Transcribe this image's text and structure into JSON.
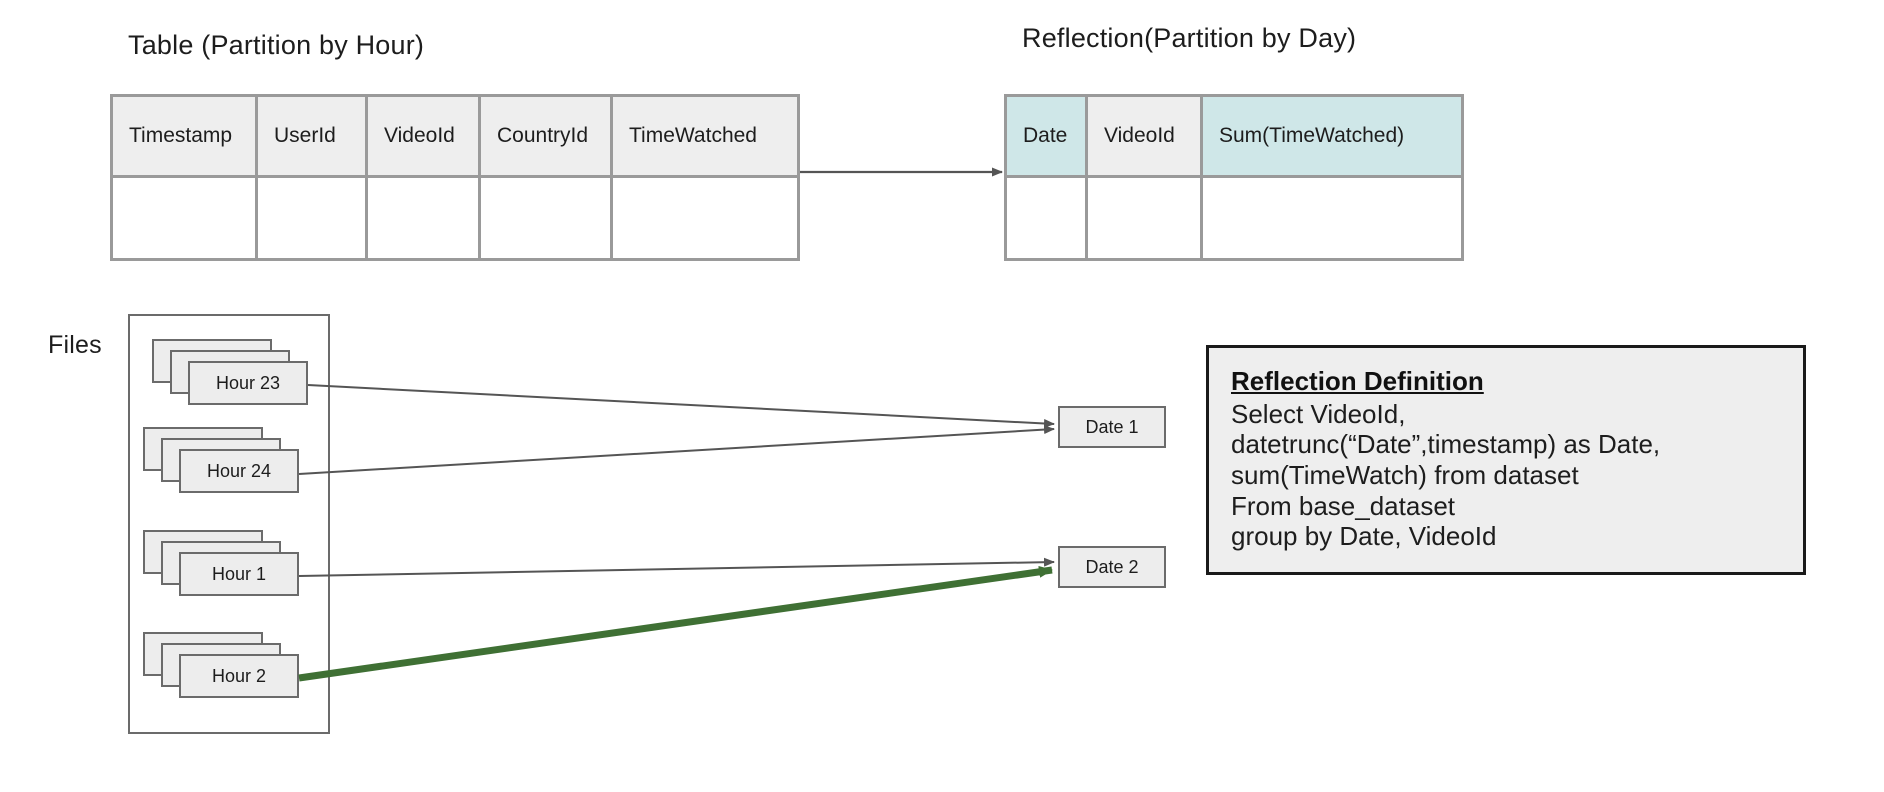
{
  "diagram": {
    "title_source_table": "Table (Partition by Hour)",
    "title_reflection_table": "Reflection(Partition by Day)",
    "files_label": "Files"
  },
  "source_table": {
    "columns": [
      "Timestamp",
      "UserId",
      "VideoId",
      "CountryId",
      "TimeWatched"
    ],
    "empty_row": [
      "",
      "",
      "",
      "",
      ""
    ]
  },
  "reflection_table": {
    "columns": [
      "Date",
      "VideoId",
      "Sum(TimeWatched)"
    ],
    "column_tint": [
      true,
      false,
      true
    ],
    "empty_row": [
      "",
      "",
      ""
    ]
  },
  "file_stacks": [
    {
      "label": "Hour 23"
    },
    {
      "label": "Hour 24"
    },
    {
      "label": "Hour 1"
    },
    {
      "label": "Hour 2"
    }
  ],
  "date_targets": [
    {
      "label": "Date  1"
    },
    {
      "label": "Date  2"
    }
  ],
  "reflection_definition": {
    "title": "Reflection Definition",
    "lines": [
      "Select VideoId,",
      "datetrunc(“Date”,timestamp) as Date,",
      "sum(TimeWatch) from dataset",
      "From base_dataset",
      "group by Date, VideoId"
    ]
  },
  "colors": {
    "border_gray": "#9a9a9a",
    "box_border": "#6b6b6b",
    "header_fill": "#eeeeee",
    "tint_fill": "#cfe7e8",
    "arrow_gray": "#555555",
    "arrow_green": "#3f7034",
    "panel_border": "#1a1a1a"
  }
}
